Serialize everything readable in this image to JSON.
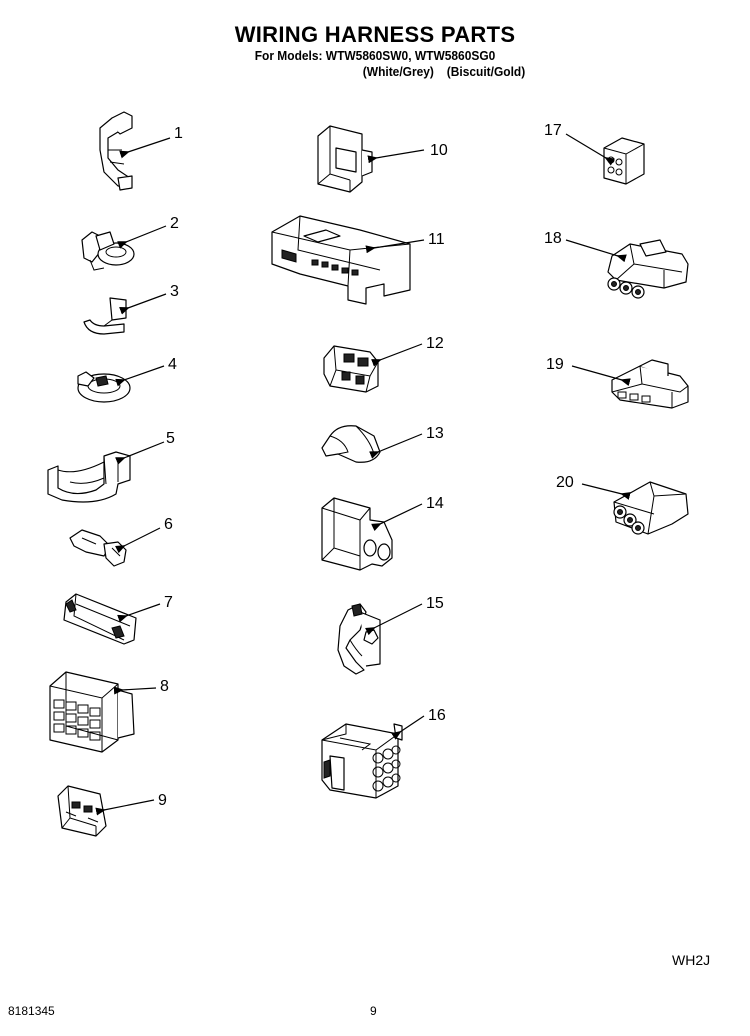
{
  "header": {
    "title": "WIRING HARNESS PARTS",
    "models_line": "For Models: WTW5860SW0, WTW5860SG0",
    "color_white": "(White/Grey)",
    "color_biscuit": "(Biscuit/Gold)"
  },
  "parts": [
    {
      "label": "1"
    },
    {
      "label": "2"
    },
    {
      "label": "3"
    },
    {
      "label": "4"
    },
    {
      "label": "5"
    },
    {
      "label": "6"
    },
    {
      "label": "7"
    },
    {
      "label": "8"
    },
    {
      "label": "9"
    },
    {
      "label": "10"
    },
    {
      "label": "11"
    },
    {
      "label": "12"
    },
    {
      "label": "13"
    },
    {
      "label": "14"
    },
    {
      "label": "15"
    },
    {
      "label": "16"
    },
    {
      "label": "17"
    },
    {
      "label": "18"
    },
    {
      "label": "19"
    },
    {
      "label": "20"
    }
  ],
  "footer": {
    "doc_number": "8181345",
    "page_number": "9",
    "section_code": "WH2J"
  }
}
